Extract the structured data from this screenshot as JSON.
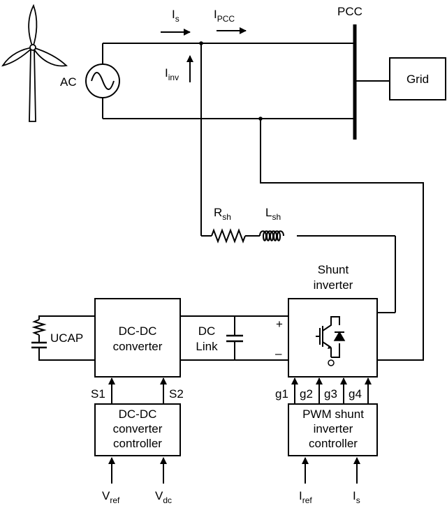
{
  "labels": {
    "pcc": "PCC",
    "ac": "AC",
    "grid": "Grid",
    "ucap": "UCAP",
    "dc_link_1": "DC",
    "dc_link_2": "Link",
    "plus": "+",
    "minus": "–",
    "shunt_inverter_1": "Shunt",
    "shunt_inverter_2": "inverter",
    "dcdc_converter_1": "DC-DC",
    "dcdc_converter_2": "converter",
    "dcdc_controller_1": "DC-DC",
    "dcdc_controller_2": "converter",
    "dcdc_controller_3": "controller",
    "pwm_controller_1": "PWM shunt",
    "pwm_controller_2": "inverter",
    "pwm_controller_3": "controller",
    "s1": "S1",
    "s2": "S2",
    "g1": "g1",
    "g2": "g2",
    "g3": "g3",
    "g4": "g4"
  },
  "currents": {
    "is": {
      "main": "I",
      "sub": "s"
    },
    "ipcc": {
      "main": "I",
      "sub": "PCC"
    },
    "iinv": {
      "main": "I",
      "sub": "inv"
    }
  },
  "components": {
    "rsh": {
      "main": "R",
      "sub": "sh"
    },
    "lsh": {
      "main": "L",
      "sub": "sh"
    }
  },
  "inputs": {
    "vref": {
      "main": "V",
      "sub": "ref"
    },
    "vdc": {
      "main": "V",
      "sub": "dc"
    },
    "iref": {
      "main": "I",
      "sub": "ref"
    },
    "is": {
      "main": "I",
      "sub": "s"
    }
  }
}
